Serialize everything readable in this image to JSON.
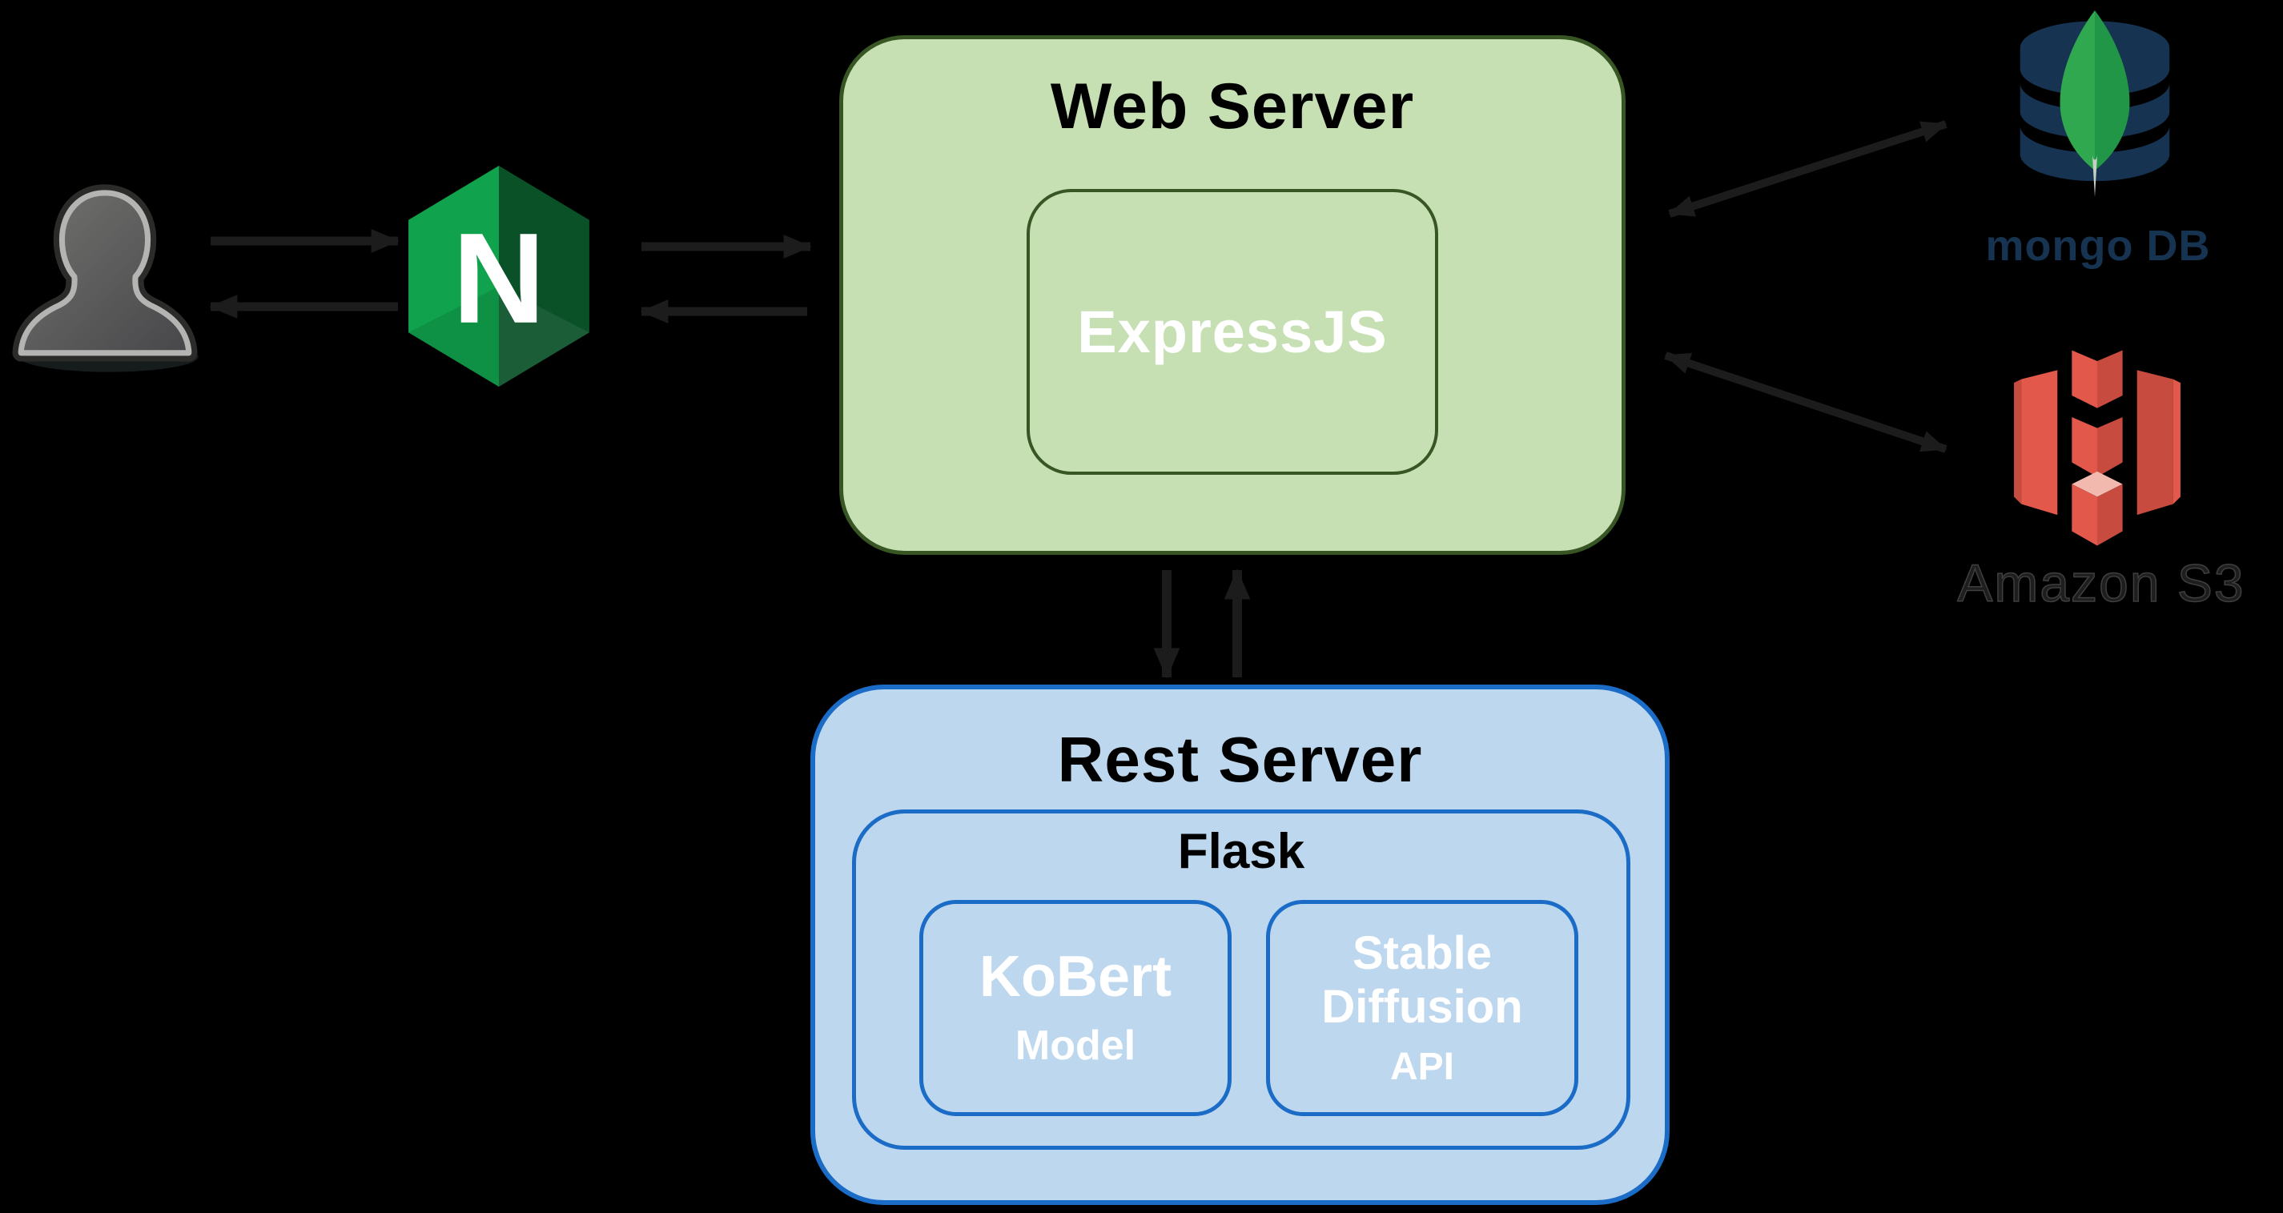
{
  "diagram": {
    "type": "architecture-diagram",
    "nodes": {
      "user": {
        "icon": "user-icon"
      },
      "nginx": {
        "icon": "nginx-icon",
        "letter": "N"
      },
      "web_server": {
        "title": "Web Server",
        "inner_label": "ExpressJS"
      },
      "rest_server": {
        "title": "Rest Server",
        "flask_label": "Flask",
        "kobert": {
          "title": "KoBert",
          "subtitle": "Model"
        },
        "stable_diffusion": {
          "line1": "Stable",
          "line2": "Diffusion",
          "line3": "API"
        }
      },
      "mongodb": {
        "icon": "mongodb-icon",
        "label": "mongo DB"
      },
      "amazon_s3": {
        "icon": "s3-icon",
        "label": "Amazon S3"
      }
    },
    "edges": [
      {
        "from": "user",
        "to": "nginx",
        "style": "two-single-arrows"
      },
      {
        "from": "nginx",
        "to": "web_server",
        "style": "two-single-arrows"
      },
      {
        "from": "web_server",
        "to": "rest_server",
        "style": "two-single-arrows-vertical"
      },
      {
        "from": "web_server",
        "to": "mongodb",
        "style": "double-headed"
      },
      {
        "from": "web_server",
        "to": "amazon_s3",
        "style": "double-headed"
      }
    ],
    "colors": {
      "background": "#000000",
      "web_fill": "#C6E0B4",
      "web_border": "#375623",
      "rest_fill": "#BDD7EE",
      "rest_border": "#1B6CC6",
      "arrow": "#1C1C1C",
      "nginx_green_light": "#11A24D",
      "nginx_green_dark": "#0A5128",
      "mongo_navy": "#163451",
      "mongo_leaf_light": "#2FA84F",
      "mongo_leaf_dark": "#219647",
      "s3_red": "#E2594B",
      "s3_red_dark": "#C74B3E",
      "s3_red_pale": "#F2B9AE",
      "title_text": "#000000",
      "inner_text": "#FFFFFF"
    }
  }
}
